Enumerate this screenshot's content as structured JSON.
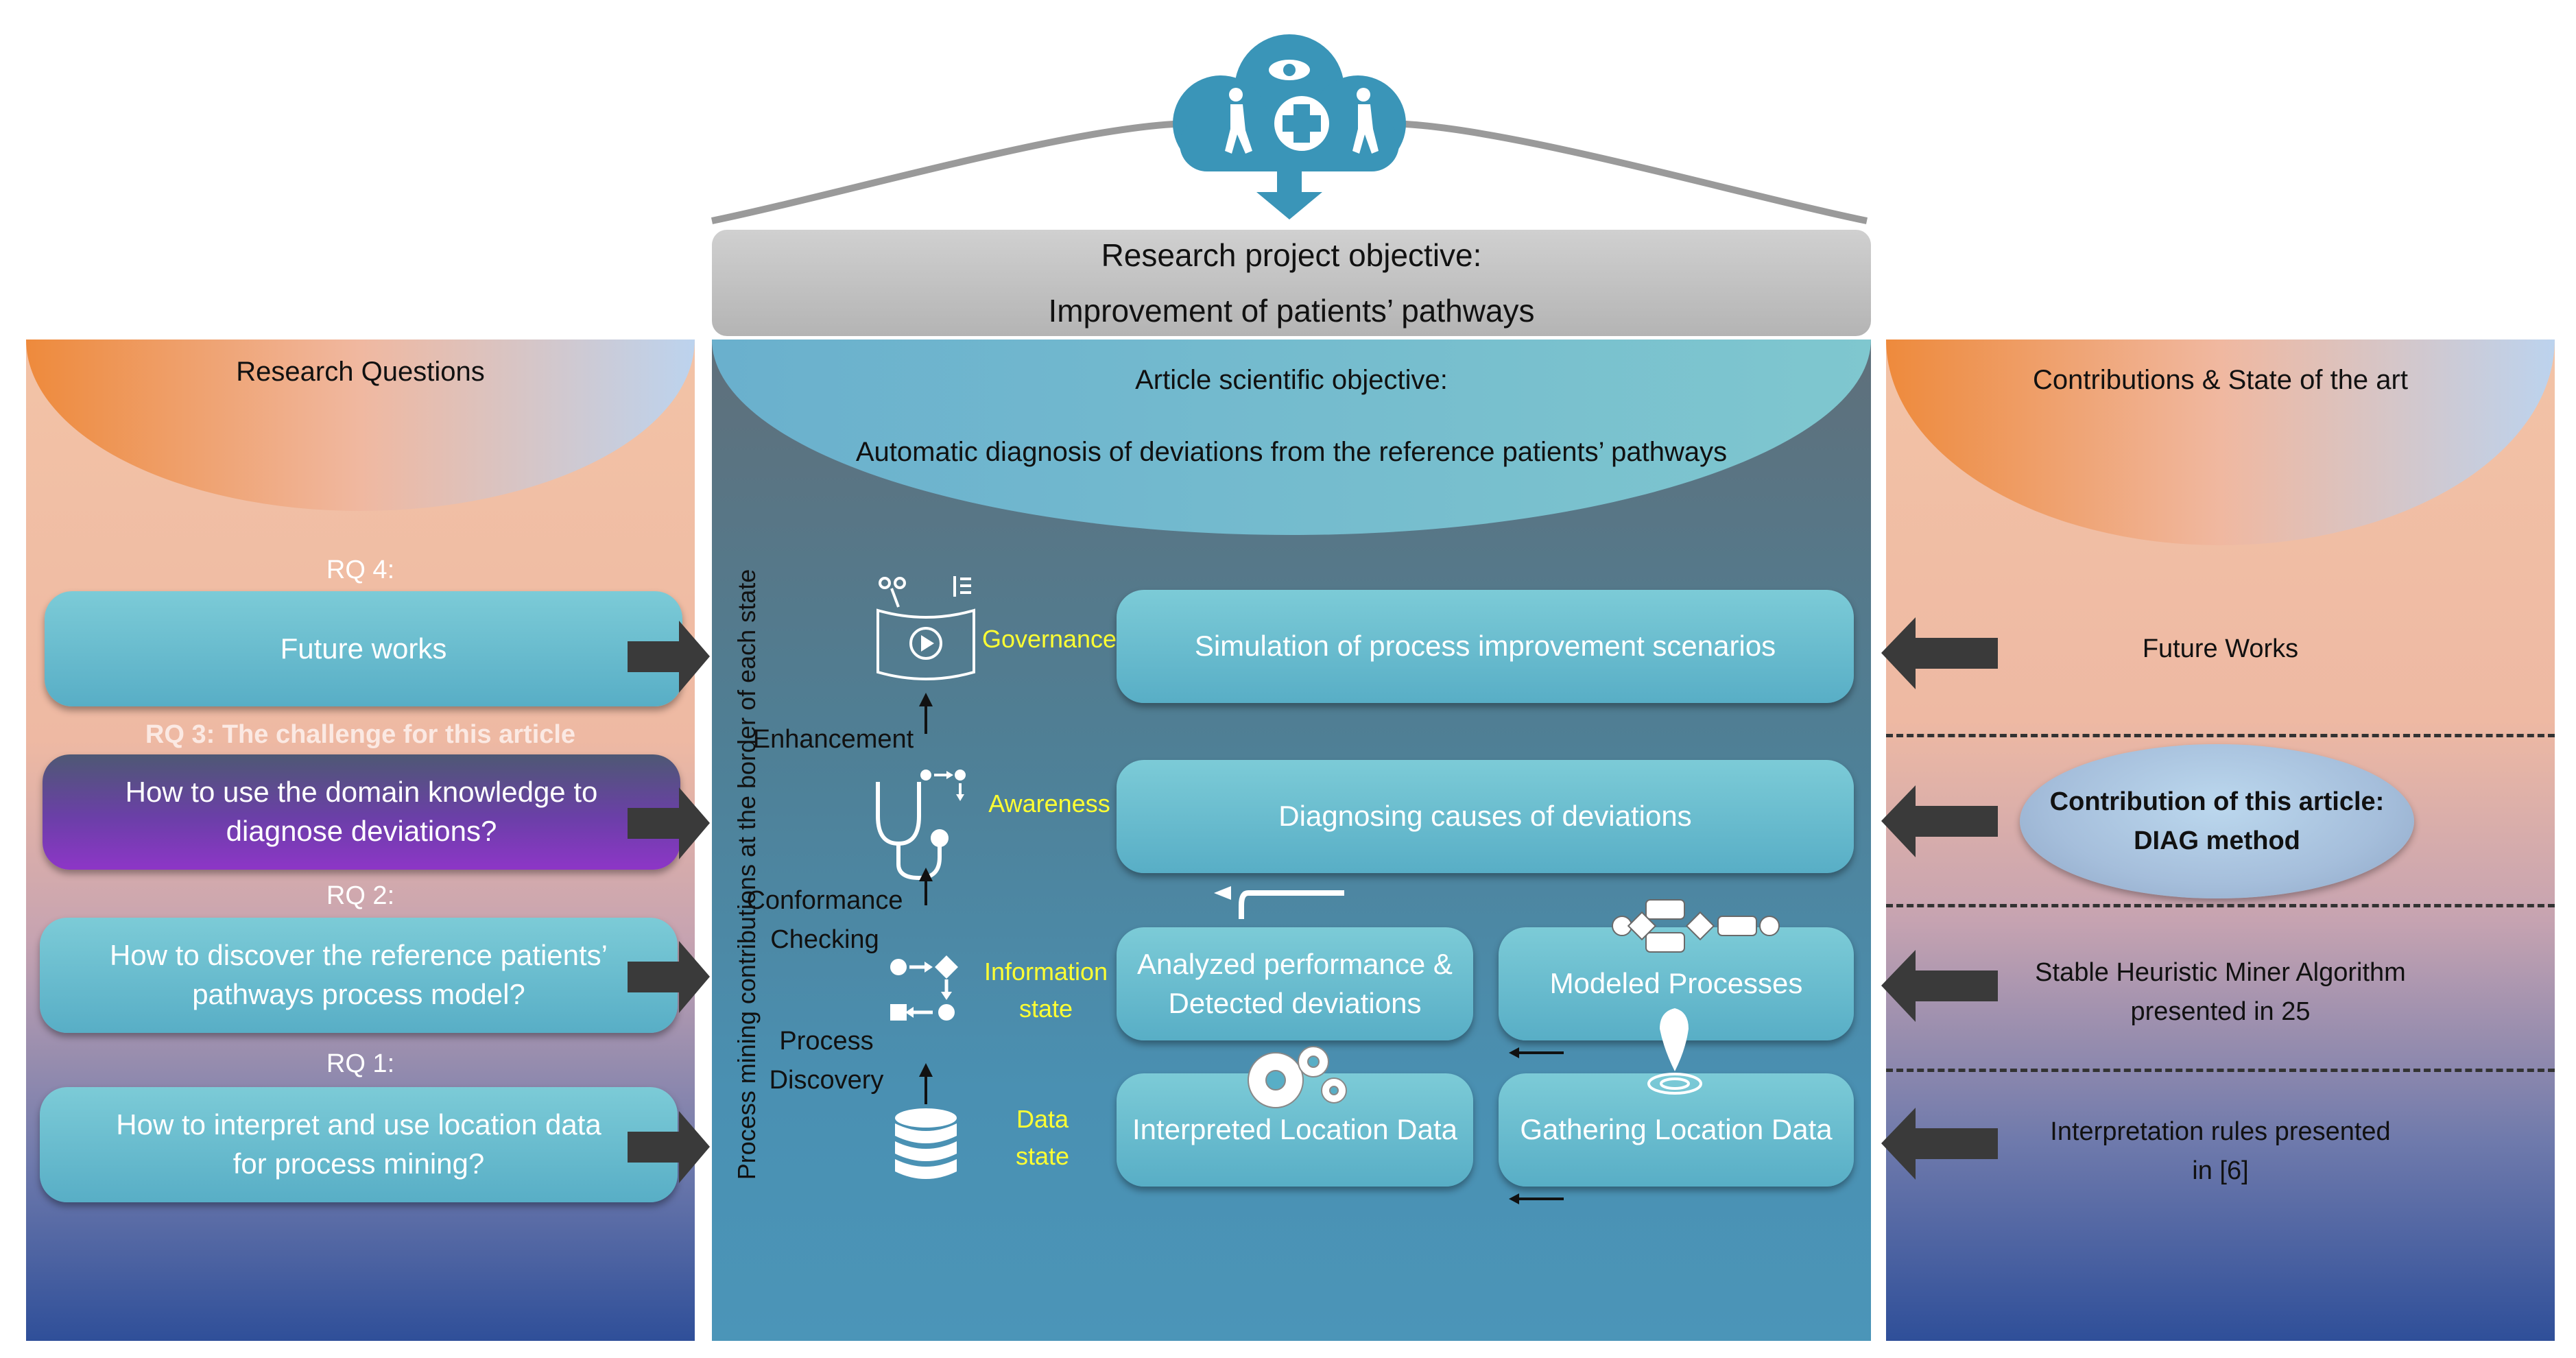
{
  "top": {
    "objective_line1": "Research project objective:",
    "objective_line2": "Improvement of patients’ pathways"
  },
  "left": {
    "header": "Research Questions",
    "rq4_label": "RQ 4:",
    "rq4_text": "Future works",
    "rq3_label": "RQ 3: The challenge for this article",
    "rq3_line1": "How to use the domain knowledge to",
    "rq3_line2": "diagnose deviations?",
    "rq2_label": "RQ 2:",
    "rq2_line1": "How to discover the reference patients’",
    "rq2_line2": "pathways process model?",
    "rq1_label": "RQ 1:",
    "rq1_line1": "How to interpret and use location data",
    "rq1_line2": "for process mining?"
  },
  "center": {
    "header_line1": "Article scientific objective:",
    "header_line2": "Automatic diagnosis of deviations from the reference patients’ pathways",
    "vertical_label": "Process mining contributions at the border of each state",
    "governance": "Governance",
    "awareness": "Awareness",
    "information_state_1": "Information",
    "information_state_2": "state",
    "data_state_1": "Data",
    "data_state_2": "state",
    "enhancement": "Enhancement",
    "conformance_1": "Conformance",
    "conformance_2": "Checking",
    "process_1": "Process",
    "process_2": "Discovery",
    "box_simulation": "Simulation of process improvement scenarios",
    "box_diagnosing": "Diagnosing causes of deviations",
    "box_analyzed_1": "Analyzed performance &",
    "box_analyzed_2": "Detected deviations",
    "box_modeled": "Modeled Processes",
    "box_interpreted": "Interpreted Location Data",
    "box_gathering": "Gathering Location Data"
  },
  "right": {
    "header": "Contributions & State of the art",
    "future": "Future Works",
    "contribution_1": "Contribution of this article:",
    "contribution_2": "DIAG method",
    "stable_1": "Stable Heuristic Miner Algorithm",
    "stable_2": "presented in  25",
    "interp_1": "Interpretation rules presented",
    "interp_2": "in [6]"
  },
  "colors": {
    "teal_pill": "#62b5ca",
    "purple_pill": "#8d36c7",
    "yellow_label": "#ffff33",
    "arrow_dark": "#3a3a3a",
    "cloud": "#3a95b8"
  }
}
